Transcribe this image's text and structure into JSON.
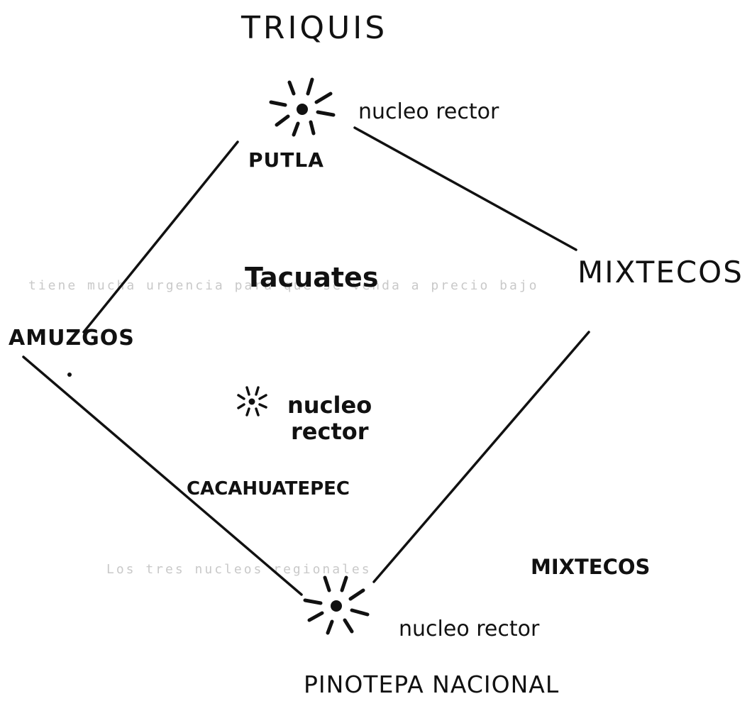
{
  "title": "TRIQUIS",
  "nodes": {
    "putla": {
      "name": "PUTLA",
      "role": "nucleo rector"
    },
    "mixtecos_upper": {
      "name": "MIXTECOS"
    },
    "amuzgos": {
      "name": "AMUZGOS"
    },
    "pinotepa": {
      "name": "PINOTEPA NACIONAL",
      "role": "nucleo rector"
    }
  },
  "center": {
    "group": "Tacuates",
    "role_line1": "nucleo",
    "role_line2": "rector",
    "place": "CACAHUATEPEC"
  },
  "lower_label": "MIXTECOS",
  "ghost_text": [
    "tiene mucha urgencia para que se venda a precio bajo",
    "Los tres nucleos regionales"
  ],
  "colors": {
    "ink": "#111111",
    "ghost": "#c9c9c9",
    "background": "#ffffff"
  },
  "icons": [
    "sun-burst-icon"
  ]
}
